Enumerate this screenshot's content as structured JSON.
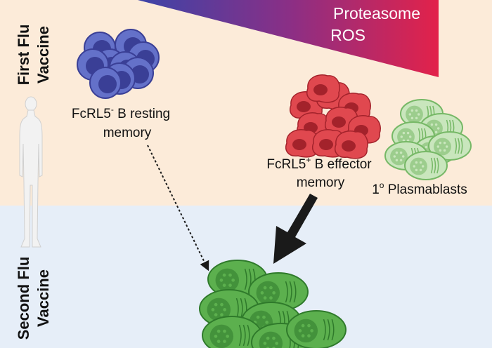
{
  "colors": {
    "band_top": "#fcebd9",
    "band_bottom": "#e6eef8",
    "gradient_start": "#3b44a8",
    "gradient_mid": "#8a2f86",
    "gradient_end": "#e2224a",
    "resting_cell": "#6471c9",
    "resting_nucleus": "#3a3f96",
    "effector_cell": "#e0484f",
    "effector_nucleus": "#a3222b",
    "plasmablast_light": "#c9e6bd",
    "plasmablast_light_edge": "#76b866",
    "plasmablast_dark": "#5cb04e",
    "plasmablast_dark_edge": "#2f7a2b",
    "arrow": "#1a1a1a",
    "person": "#f1f1f1"
  },
  "wedge": {
    "line1": "Proteasome",
    "line2": "ROS"
  },
  "sections": {
    "first": {
      "line1": "First Flu",
      "line2": "Vaccine"
    },
    "second": {
      "line1": "Second Flu",
      "line2": "Vaccine"
    }
  },
  "labels": {
    "resting": {
      "main": "FcRL5",
      "sup": "-",
      "rest": " B resting",
      "line2": "memory"
    },
    "effector": {
      "main": "FcRL5",
      "sup": "+",
      "rest": " B effector",
      "line2": "memory"
    },
    "plasmablasts": {
      "prefix": "1",
      "sup": "o",
      "rest": " Plasmablasts"
    }
  },
  "icons": {
    "person": "human-silhouette-icon",
    "resting_cells": "b-cell-cluster-icon",
    "effector_cells": "effector-cell-cluster-icon",
    "plasmablast_cells": "plasmablast-cluster-icon"
  }
}
